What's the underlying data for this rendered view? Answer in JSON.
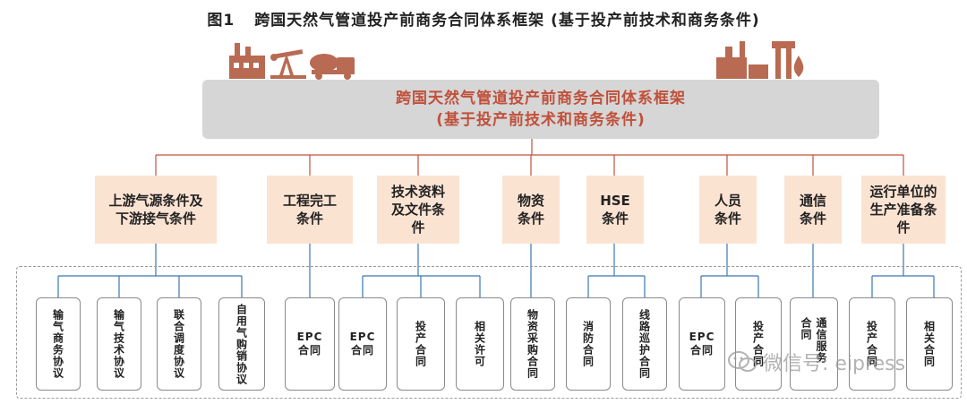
{
  "figure": {
    "number": "图1",
    "title": "跨国天然气管道投产前商务合同体系框架 (基于投产前技术和商务条件)"
  },
  "banner": {
    "line1": "跨国天然气管道投产前商务合同体系框架",
    "line2": "(基于投产前技术和商务条件)"
  },
  "colors": {
    "accent": "#c0503a",
    "category_fill": "#fbe3d2",
    "banner_fill": "#d6d6d6",
    "connector_top": "#c0503a",
    "connector_bottom": "#3a77b5",
    "icon_fill": "#b96a52"
  },
  "icons": [
    "factory-icon",
    "oil-pump-icon",
    "mixer-truck-icon",
    "refinery-icon",
    "oil-drop-icon"
  ],
  "categories": [
    {
      "label": "上游气源条件及下游接气条件",
      "leaves": [
        "输气商务协议",
        "输气技术协议",
        "联合调度协议",
        "自用气购销协议"
      ]
    },
    {
      "label": "工程完工条件",
      "leaves": [
        "EPC合同"
      ]
    },
    {
      "label": "技术资料及文件条件",
      "leaves": [
        "EPC合同",
        "投产合同",
        "相关许可"
      ]
    },
    {
      "label": "物资条件",
      "leaves": [
        "物资采购合同"
      ]
    },
    {
      "label": "HSE条件",
      "leaves": [
        "消防合同",
        "线路巡护合同"
      ]
    },
    {
      "label": "人员条件",
      "leaves": [
        "EPC合同",
        "投产合同"
      ]
    },
    {
      "label": "通信条件",
      "leaves": [
        "通信服务合同"
      ]
    },
    {
      "label": "运行单位的生产准备条件",
      "leaves": [
        "投产合同",
        "相关合同"
      ]
    }
  ],
  "watermark": "微信号: eipress"
}
